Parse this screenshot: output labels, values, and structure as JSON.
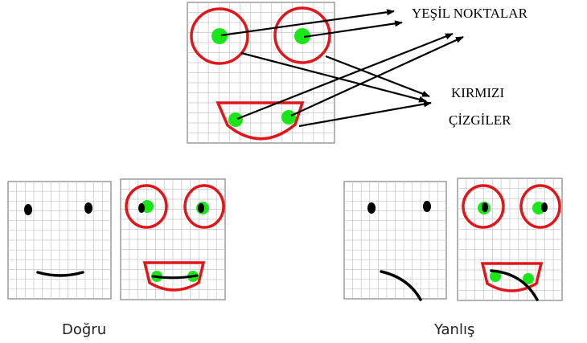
{
  "labels": {
    "green_dots": "YEŞİL NOKTALAR",
    "red_lines_line1": "KIRMIZI",
    "red_lines_line2": "ÇİZGİLER",
    "correct": "Doğru",
    "wrong": "Yanlış"
  },
  "colors": {
    "target_dot": "#19e619",
    "target_outline": "#e0161b",
    "drawing_stroke": "#000000",
    "grid": "#c4c4c4",
    "panel_border": "#9a9a9a"
  }
}
